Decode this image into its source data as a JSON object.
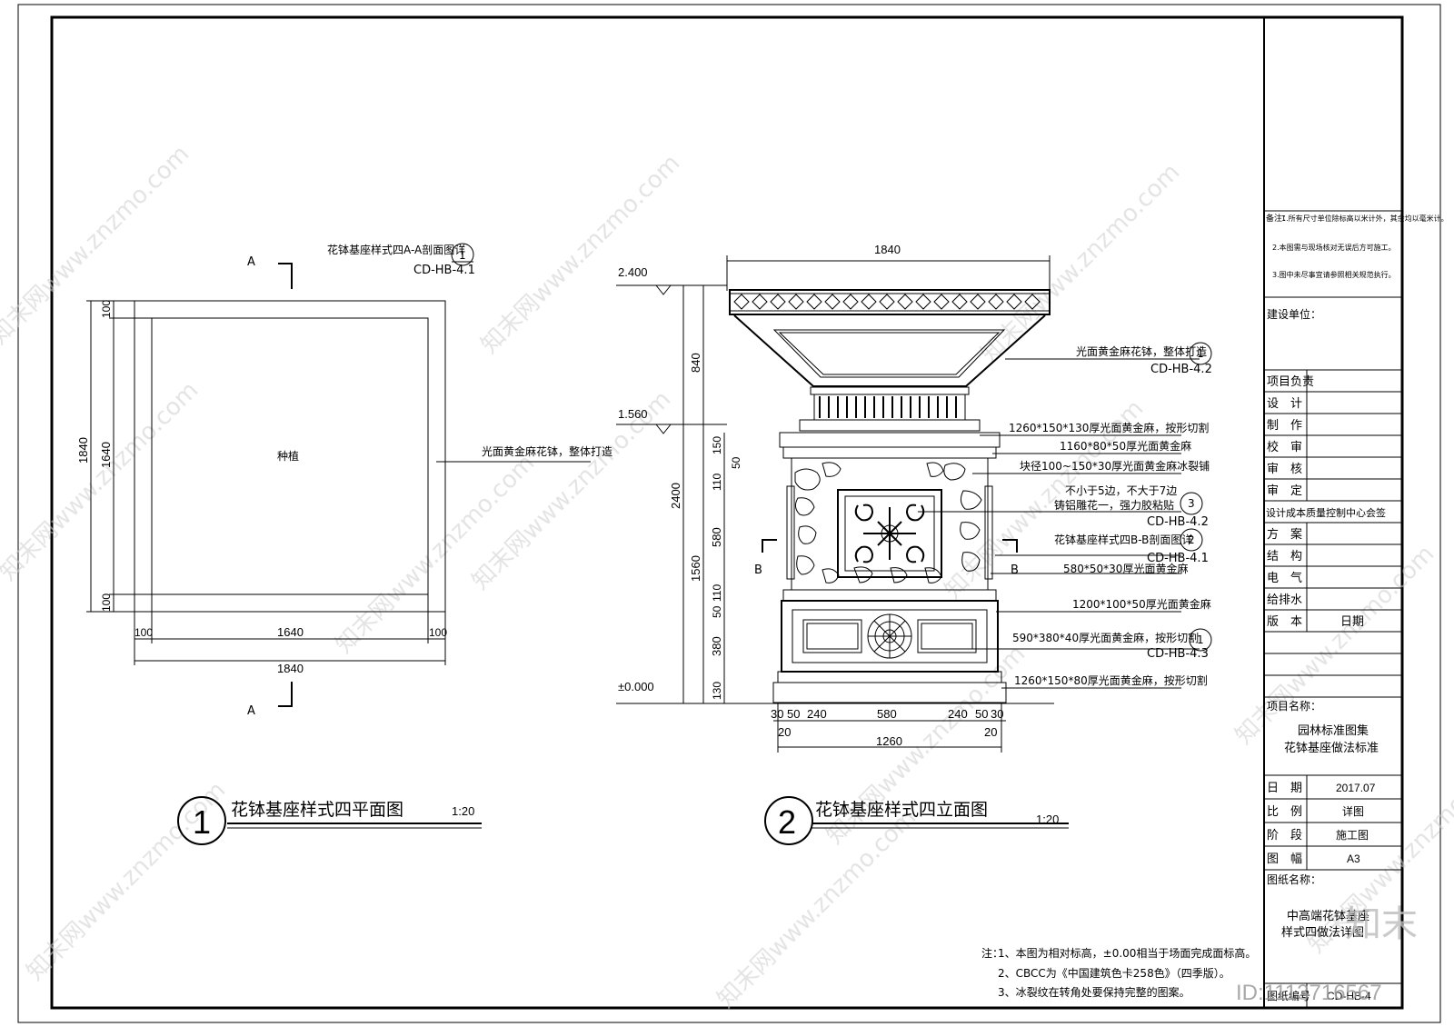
{
  "plan_view": {
    "section_label_top": "A",
    "section_label_bottom": "A",
    "section_note": "花钵基座样式四A-A剖面图详",
    "section_ref_num": "1",
    "section_ref_code": "CD-HB-4.1",
    "center_label": "种植",
    "leader_note": "光面黄金麻花钵，整体打造",
    "dim_vertical_total": "1840",
    "dim_vertical_inner": "1640",
    "dim_vertical_top": "100",
    "dim_vertical_bottom": "100",
    "dim_horizontal_left": "100",
    "dim_horizontal_inner": "1640",
    "dim_horizontal_right": "100",
    "dim_horizontal_total": "1840",
    "title_num": "1",
    "title": "花钵基座样式四平面图",
    "scale": "1:20"
  },
  "elevation_view": {
    "dim_top_width": "1840",
    "level_top": "2.400",
    "level_mid": "1.560",
    "level_zero": "±0.000",
    "dim_left_840": "840",
    "dim_left_2400": "2400",
    "dim_left_1560": "1560",
    "dim_stack": [
      "150",
      "50",
      "110",
      "580",
      "110",
      "50",
      "380",
      "130"
    ],
    "dim_bottom_row": [
      "30",
      "50",
      "240",
      "580",
      "240",
      "50",
      "30"
    ],
    "dim_bottom_20_left": "20",
    "dim_bottom_20_right": "20",
    "dim_bottom_total": "1260",
    "section_b_left": "B",
    "section_b_right": "B",
    "notes": [
      {
        "text": "光面黄金麻花钵，整体打造",
        "ref_num": "1",
        "ref_code": "CD-HB-4.2"
      },
      {
        "text": "1260*150*130厚光面黄金麻，按形切割"
      },
      {
        "text": "1160*80*50厚光面黄金麻"
      },
      {
        "text": "块径100~150*30厚光面黄金麻冰裂铺"
      },
      {
        "text": "不小于5边，不大于7边"
      },
      {
        "text": "铸铝雕花一，强力胶粘贴",
        "ref_num": "3",
        "ref_code": "CD-HB-4.2"
      },
      {
        "text": "花钵基座样式四B-B剖面图详",
        "ref_num": "2",
        "ref_code": "CD-HB-4.1"
      },
      {
        "text": "580*50*30厚光面黄金麻"
      },
      {
        "text": "1200*100*50厚光面黄金麻"
      },
      {
        "text": "590*380*40厚光面黄金麻，按形切割",
        "ref_num": "1",
        "ref_code": "CD-HB-4.3"
      },
      {
        "text": "1260*150*80厚光面黄金麻，按形切割"
      }
    ],
    "title_num": "2",
    "title": "花钵基座样式四立面图",
    "scale": "1:20"
  },
  "general_notes": {
    "label": "注：",
    "lines": [
      "1、本图为相对标高，±0.00相当于场面完成面标高。",
      "2、CBCC为《中国建筑色卡258色》（四季版）。",
      "3、冰裂纹在转角处要保持完整的图案。"
    ]
  },
  "title_block": {
    "remarks_label": "备注：",
    "remarks": [
      "1.所有尺寸单位除标高以米计外，其余均以毫米计。",
      "2.本图需与现场核对无误后方可施工。",
      "3.图中未尽事宜请参照相关规范执行。"
    ],
    "client_label": "建设单位：",
    "roles": [
      {
        "label": "项目负责",
        "value": ""
      },
      {
        "label": "设　计",
        "value": ""
      },
      {
        "label": "制　作",
        "value": ""
      },
      {
        "label": "校　审",
        "value": ""
      },
      {
        "label": "审　核",
        "value": ""
      },
      {
        "label": "审　定",
        "value": ""
      }
    ],
    "center_name": "设计成本质量控制中心会签",
    "disciplines": [
      {
        "label": "方　案",
        "value": ""
      },
      {
        "label": "结　构",
        "value": ""
      },
      {
        "label": "电　气",
        "value": ""
      },
      {
        "label": "给排水",
        "value": ""
      },
      {
        "label": "版　本",
        "value": "日期"
      }
    ],
    "project_label": "项目名称：",
    "project_name_1": "园林标准图集",
    "project_name_2": "花钵基座做法标准",
    "info": [
      {
        "label": "日　期",
        "value": "2017.07"
      },
      {
        "label": "比　例",
        "value": "详图"
      },
      {
        "label": "阶　段",
        "value": "施工图"
      },
      {
        "label": "图　幅",
        "value": "A3"
      }
    ],
    "drawing_name_label": "图纸名称：",
    "drawing_name_1": "中高端花钵基座",
    "drawing_name_2": "样式四做法详图",
    "drawing_no_label": "图纸编号",
    "drawing_no": "CD-HB-4"
  },
  "watermarks": {
    "text": "知末网www.znzmo.com",
    "logo": "知末",
    "id_text": "ID:1113716567"
  }
}
